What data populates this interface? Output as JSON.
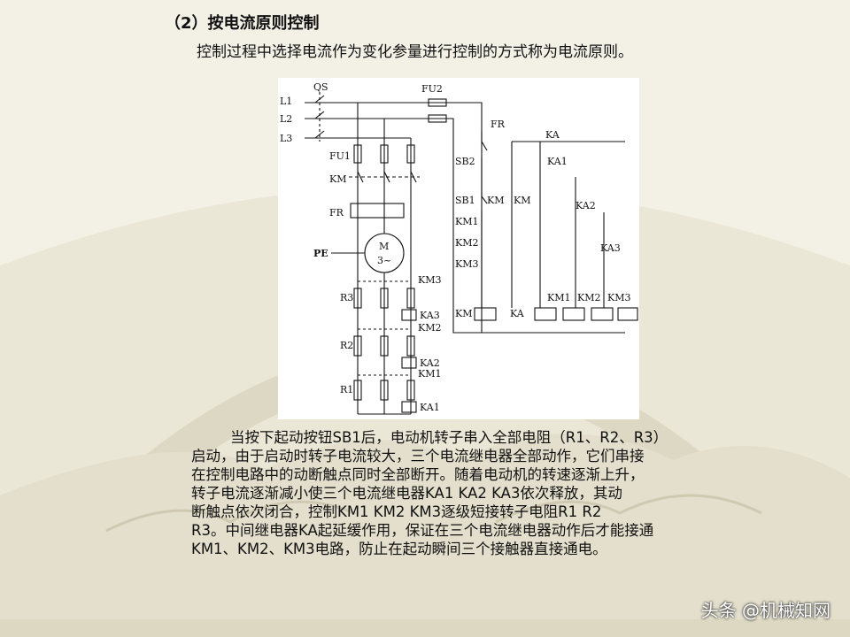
{
  "slide": {
    "heading": "（2）按电流原则控制",
    "intro": "控制过程中选择电流作为变化参量进行控制的方式称为电流原则。",
    "paragraph_lines": [
      "当按下起动按钮SB1后，电动机转子串入全部电阻（R1、R2、R3）",
      "启动，由于启动时转子电流较大，三个电流继电器全部动作，它们串接",
      "在控制电路中的动断触点同时全部断开。随着电动机的转速逐渐上升，",
      "转子电流逐渐减小使三个电流继电器KA1   KA2    KA3依次释放，其动",
      "断触点依次闭合，控制KM1   KM2    KM3逐级短接转子电阻R1   R2",
      "R3。中间继电器KA起延缓作用，保证在三个电流继电器动作后才能接通",
      "KM1、KM2、KM3电路，防止在起动瞬间三个接触器直接通电。"
    ],
    "watermark": "头条 @机械知网"
  },
  "diagram": {
    "labels": {
      "L1": "L1",
      "L2": "L2",
      "L3": "L3",
      "QS": "QS",
      "FU2": "FU2",
      "FU1": "FU1",
      "KM_main": "KM",
      "FR_main": "FR",
      "PE": "PE",
      "M": "M",
      "M_sub": "3~",
      "R3": "R3",
      "R2": "R2",
      "R1": "R1",
      "KM3_contact": "KM3",
      "KA3_coil": "KA3",
      "KM2_contact": "KM2",
      "KA2_coil": "KA2",
      "KM1_contact": "KM1",
      "KA1_coil": "KA1",
      "FR_ctrl": "FR",
      "SB2": "SB2",
      "SB1": "SB1",
      "KA_contact": "KA",
      "KA1_nc": "KA1",
      "KM_hold1": "KM",
      "KM_hold2": "KM",
      "KA2_nc": "KA2",
      "KM1_nc": "KM1",
      "KM2_nc": "KM2",
      "KM3_nc": "KM3",
      "KA3_nc": "KA3",
      "KM_coil": "KM",
      "KA_coil": "KA",
      "KM1_coil": "KM1",
      "KM2_coil": "KM2",
      "KM3_coil": "KM3"
    }
  }
}
